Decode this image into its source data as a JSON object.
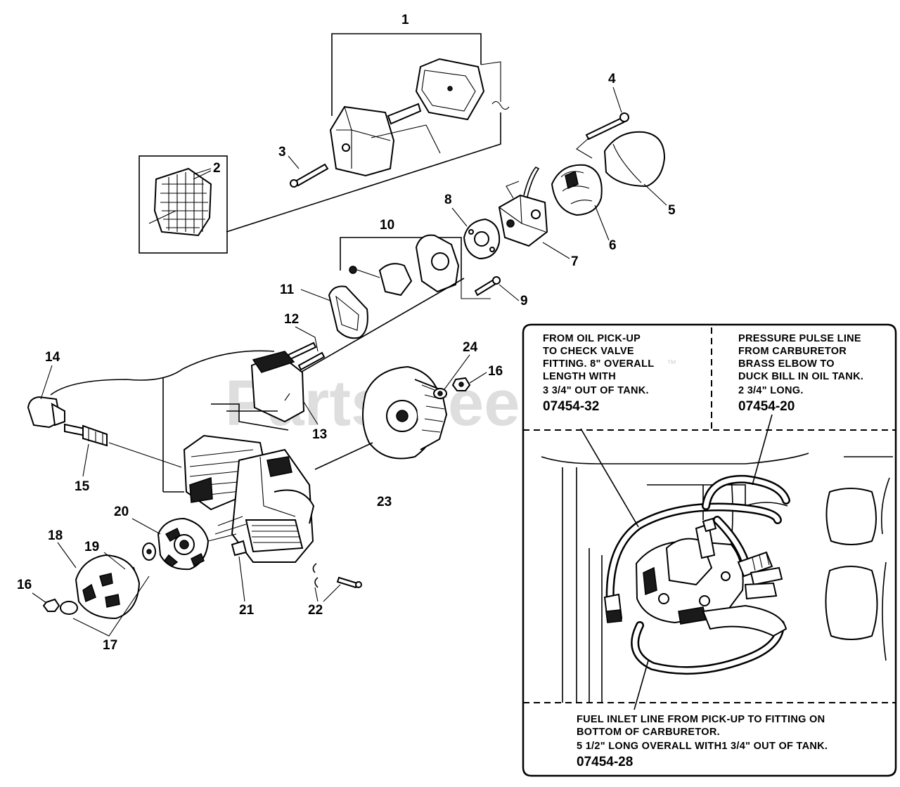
{
  "watermark": "PartsTree",
  "trademark": "™",
  "callouts": {
    "n1": "1",
    "n2": "2",
    "n3": "3",
    "n4": "4",
    "n5": "5",
    "n6": "6",
    "n7": "7",
    "n8": "8",
    "n9": "9",
    "n10": "10",
    "n11": "11",
    "n12": "12",
    "n13": "13",
    "n14": "14",
    "n15": "15",
    "n16a": "16",
    "n16b": "16",
    "n17": "17",
    "n18": "18",
    "n19": "19",
    "n20": "20",
    "n21": "21",
    "n22": "22",
    "n23": "23",
    "n24": "24"
  },
  "inset": {
    "oil_line": {
      "lines": [
        "FROM OIL PICK-UP",
        "TO CHECK VALVE",
        "FITTING. 8\" OVERALL",
        "LENGTH WITH",
        "3 3/4\" OUT OF TANK."
      ],
      "part_number": "07454-32"
    },
    "pulse_line": {
      "lines": [
        "PRESSURE PULSE LINE",
        "FROM CARBURETOR",
        "BRASS ELBOW TO",
        "DUCK BILL IN OIL TANK.",
        "2 3/4\" LONG."
      ],
      "part_number": "07454-20"
    },
    "fuel_line": {
      "lines": [
        "FUEL INLET LINE FROM PICK-UP TO FITTING ON",
        "BOTTOM OF CARBURETOR.",
        "5 1/2\" LONG OVERALL WITH1 3/4\" OUT OF TANK."
      ],
      "part_number": "07454-28"
    }
  }
}
